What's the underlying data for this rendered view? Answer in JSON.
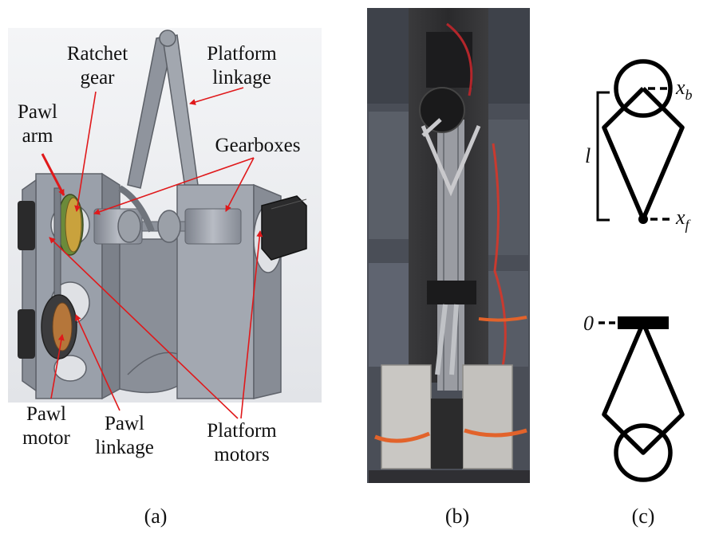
{
  "panel_a": {
    "caption": "(a)",
    "labels": {
      "ratchet_gear_1": "Ratchet",
      "ratchet_gear_2": "gear",
      "platform_linkage_1": "Platform",
      "platform_linkage_2": "linkage",
      "pawl_arm_1": "Pawl",
      "pawl_arm_2": "arm",
      "gearboxes": "Gearboxes",
      "pawl_motor_1": "Pawl",
      "pawl_motor_2": "motor",
      "pawl_linkage_1": "Pawl",
      "pawl_linkage_2": "linkage",
      "platform_motors_1": "Platform",
      "platform_motors_2": "motors"
    },
    "colors": {
      "callout": "#e0191b",
      "frame": "#9aa0aa",
      "background": "#eeeff2"
    }
  },
  "panel_b": {
    "caption": "(b)"
  },
  "panel_c": {
    "caption": "(c)",
    "symbols": {
      "xb_main": "x",
      "xb_sub": "b",
      "xf_main": "x",
      "xf_sub": "f",
      "length": "l",
      "zero": "0"
    }
  }
}
